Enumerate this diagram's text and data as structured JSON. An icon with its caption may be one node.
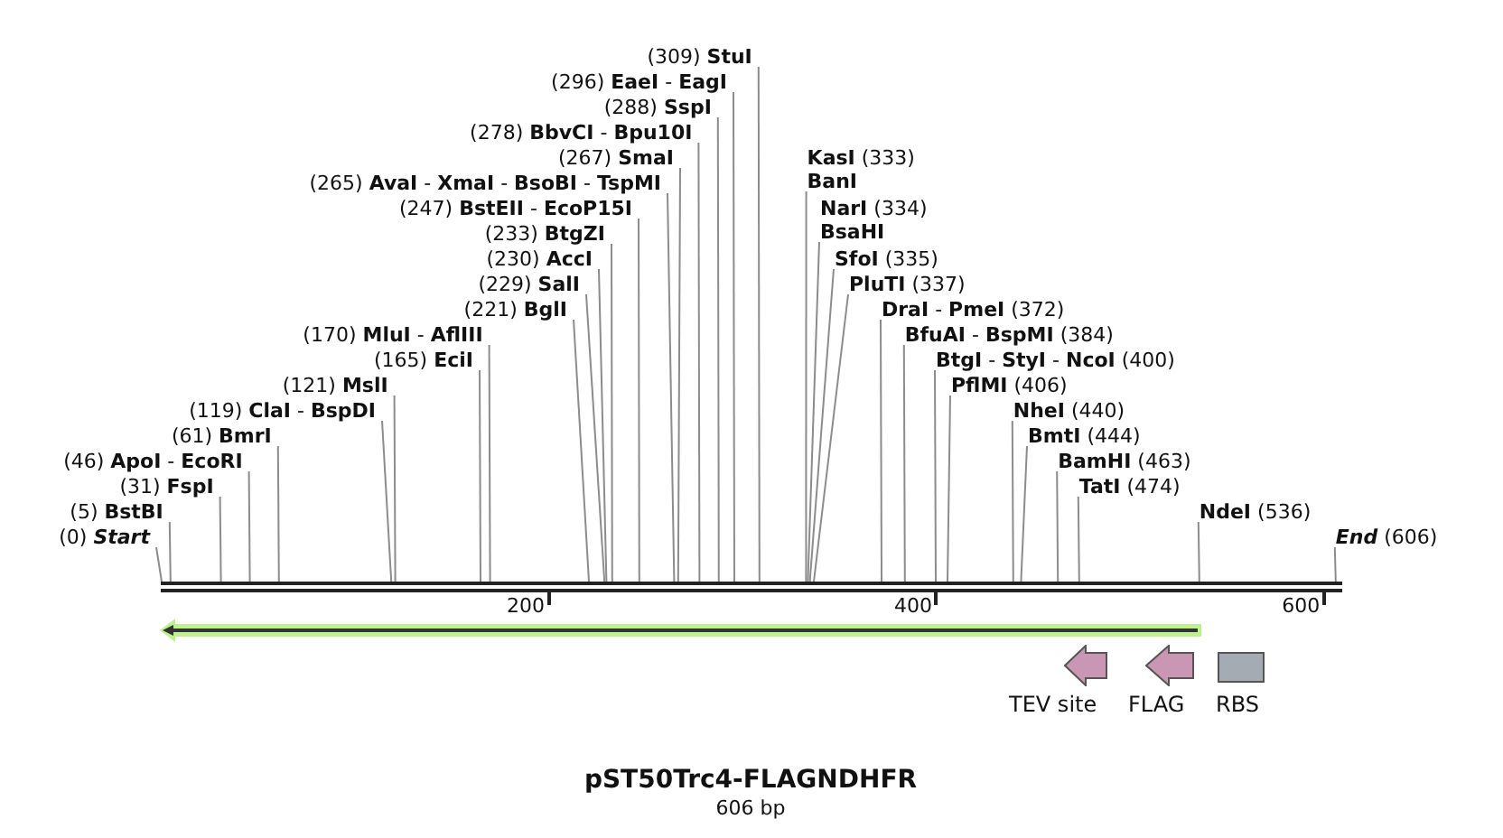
{
  "diagram": {
    "title": "pST50Trc4-FLAGNDHFR",
    "caption": "606 bp",
    "nodes": [
      {
        "text": [
          "(309) **StuI**"
        ]
      },
      {
        "text": [
          "(296) **EaeI** - **EagI**"
        ]
      },
      {
        "text": [
          "(288) **SspI**"
        ]
      },
      {
        "text": [
          "(278) **BbvCI** - **Bpu10I**"
        ]
      },
      {
        "text": [
          "(267) **SmaI**"
        ]
      },
      {
        "text": [
          "**KasI** (333)",
          "BanI"
        ]
      },
      {
        "text": [
          "(265) **AvaI** - **XmaI** - **BsoBI** - **TspMI**"
        ]
      },
      {
        "text": [
          "(247) **BstEII** - **EcoP15I**"
        ]
      },
      {
        "text": [
          "**NarI** (334)",
          "BsaHI"
        ]
      },
      {
        "text": [
          "(233) **BtgZI**"
        ]
      },
      {
        "text": [
          "(230) **AccI**"
        ]
      },
      {
        "text": [
          "**SfoI** (335)"
        ]
      },
      {
        "text": [
          "(229) **SalI**"
        ]
      },
      {
        "text": [
          "**PluTI** (337)"
        ]
      },
      {
        "text": [
          "(221) **BglI**"
        ]
      },
      {
        "text": [
          "**DraI** - **PmeI** (372)"
        ]
      },
      {
        "text": [
          "(170) **MluI** - **AflIII**"
        ]
      },
      {
        "text": [
          "**BfuAI** - **BspMI** (384)"
        ]
      },
      {
        "text": [
          "(165) **EciI**"
        ]
      },
      {
        "text": [
          "**BtgI** - **StyI** - **NcoI** (400)"
        ]
      },
      {
        "text": [
          "(121) **MslI**"
        ]
      },
      {
        "text": [
          "**PflMI** (406)"
        ]
      },
      {
        "text": [
          "(119) **ClaI** - **BspDI**"
        ]
      },
      {
        "text": [
          "**NheI** (440)"
        ]
      },
      {
        "text": [
          "(61) **BmrI**"
        ]
      },
      {
        "text": [
          "**BmtI** (444)"
        ]
      },
      {
        "text": [
          "(46) **ApoI** - **EcoRI**"
        ]
      },
      {
        "text": [
          "**BamHI** (463)"
        ]
      },
      {
        "text": [
          "(31) **FspI**"
        ]
      },
      {
        "text": [
          "**TatI** (474)"
        ]
      },
      {
        "text": [
          "(5) **BstBI**"
        ]
      },
      {
        "text": [
          "**NdeI** (536)"
        ]
      },
      {
        "text": [
          "(0) *Start*"
        ]
      },
      {
        "text": [
          "*End* (606)"
        ]
      },
      {
        "text": [],
        "shape": "bar"
      },
      {
        "text": [],
        "shape": "arrow"
      },
      {
        "text": [
          "TEV site"
        ]
      },
      {
        "text": [
          "FLAG"
        ]
      },
      {
        "text": [
          "RBS"
        ]
      }
    ],
    "edges": [
      {
        "from": 0,
        "to": 34,
        "arrow": "none"
      },
      {
        "from": 1,
        "to": 34,
        "arrow": "none"
      },
      {
        "from": 2,
        "to": 34,
        "arrow": "none"
      },
      {
        "from": 3,
        "to": 34,
        "arrow": "none"
      },
      {
        "from": 4,
        "to": 34,
        "arrow": "none"
      },
      {
        "from": 5,
        "to": 34,
        "arrow": "none"
      },
      {
        "from": 6,
        "to": 34,
        "arrow": "none"
      },
      {
        "from": 7,
        "to": 34,
        "arrow": "none"
      },
      {
        "from": 8,
        "to": 34,
        "arrow": "none"
      },
      {
        "from": 9,
        "to": 34,
        "arrow": "none"
      },
      {
        "from": 10,
        "to": 34,
        "arrow": "none"
      },
      {
        "from": 11,
        "to": 34,
        "arrow": "none"
      },
      {
        "from": 12,
        "to": 34,
        "arrow": "none"
      },
      {
        "from": 13,
        "to": 34,
        "arrow": "none"
      },
      {
        "from": 14,
        "to": 34,
        "arrow": "none"
      },
      {
        "from": 15,
        "to": 34,
        "arrow": "none"
      },
      {
        "from": 16,
        "to": 34,
        "arrow": "none"
      },
      {
        "from": 17,
        "to": 34,
        "arrow": "none"
      },
      {
        "from": 18,
        "to": 34,
        "arrow": "none"
      },
      {
        "from": 19,
        "to": 34,
        "arrow": "none"
      },
      {
        "from": 20,
        "to": 34,
        "arrow": "none"
      },
      {
        "from": 21,
        "to": 34,
        "arrow": "none"
      },
      {
        "from": 22,
        "to": 34,
        "arrow": "none"
      },
      {
        "from": 23,
        "to": 34,
        "arrow": "none"
      },
      {
        "from": 24,
        "to": 34,
        "arrow": "none"
      },
      {
        "from": 25,
        "to": 34,
        "arrow": "none"
      },
      {
        "from": 26,
        "to": 34,
        "arrow": "none"
      },
      {
        "from": 27,
        "to": 34,
        "arrow": "none"
      },
      {
        "from": 28,
        "to": 34,
        "arrow": "none"
      },
      {
        "from": 29,
        "to": 34,
        "arrow": "none"
      },
      {
        "from": 30,
        "to": 34,
        "arrow": "none"
      },
      {
        "from": 31,
        "to": 34,
        "arrow": "none"
      },
      {
        "from": 32,
        "to": 34,
        "arrow": "none"
      },
      {
        "from": 33,
        "to": 34,
        "arrow": "none"
      }
    ],
    "labels": [
      "200",
      "400",
      "600"
    ]
  }
}
